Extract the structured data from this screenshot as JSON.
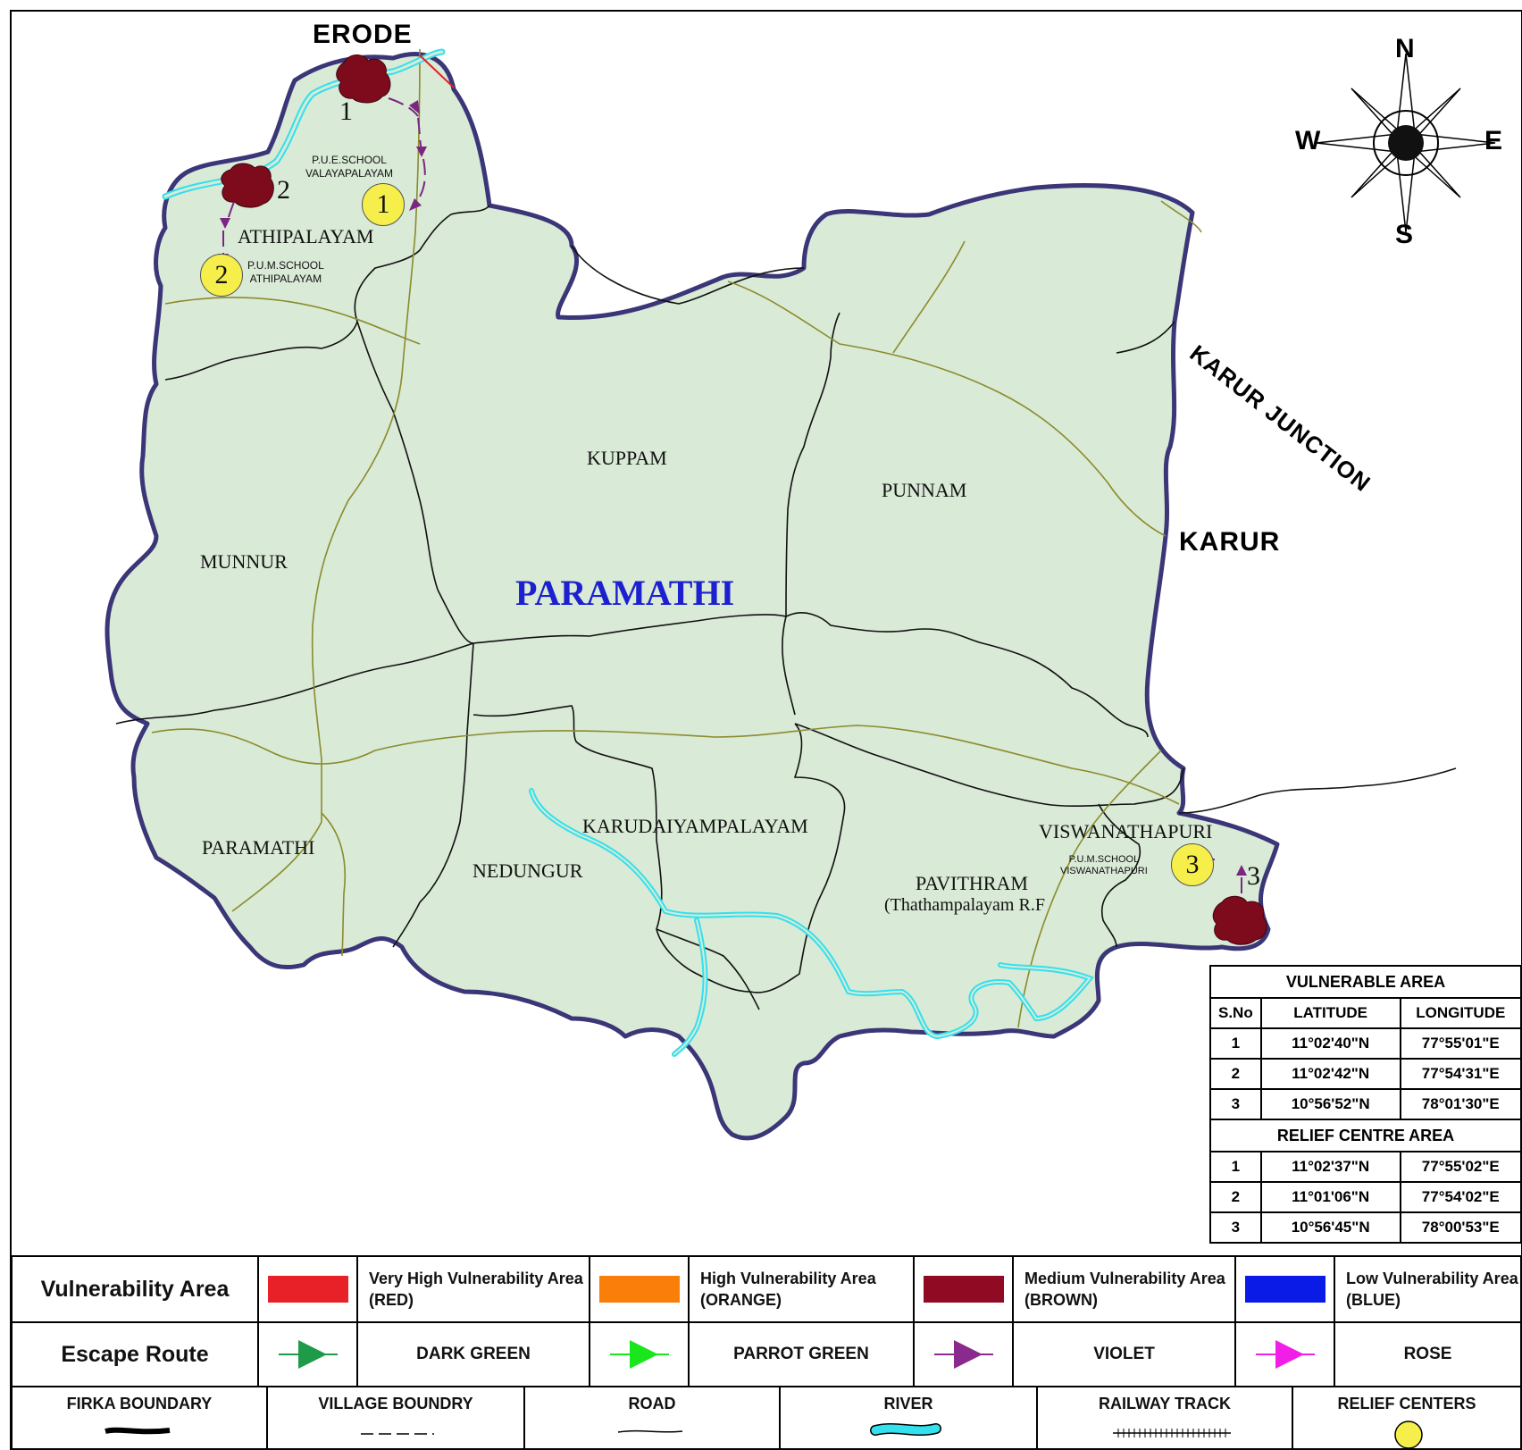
{
  "title": "PARAMATHI",
  "colors": {
    "land": "#d9ead6",
    "firka_boundary": "#3a3677",
    "village_boundary": "#111111",
    "road": "#8b8b2d",
    "river": "#33e0ee",
    "vulnerable_area": "#7d0b1c",
    "relief_center": "#f6ee4a",
    "escape_arrow": "#7a2682",
    "title_blue": "#1c20d0"
  },
  "compass": {
    "n": "N",
    "e": "E",
    "s": "S",
    "w": "W"
  },
  "cities": {
    "erode": "ERODE",
    "karur_junction": "KARUR JUNCTION",
    "karur": "KARUR"
  },
  "villages": {
    "athipalayam": "ATHIPALAYAM",
    "kuppam": "KUPPAM",
    "punnam": "PUNNAM",
    "munnur": "MUNNUR",
    "paramathi": "PARAMATHI",
    "nedungur": "NEDUNGUR",
    "karudaiyampalayam": "KARUDAIYAMPALAYAM",
    "viswanathapuri": "VISWANATHAPURI",
    "pavithram": "PAVITHRAM",
    "pavithram_sub": "(Thathampalayam R.F"
  },
  "schools": {
    "s1_line1": "P.U.E.SCHOOL",
    "s1_line2": "VALAYAPALAYAM",
    "s2_line1": "P.U.M.SCHOOL",
    "s2_line2": "ATHIPALAYAM",
    "s3_line1": "P.U.M.SCHOOL",
    "s3_line2": "VISWANATHAPURI"
  },
  "markers": {
    "relief": [
      "1",
      "2",
      "3"
    ],
    "vulnerable": [
      "1",
      "2",
      "3"
    ]
  },
  "coord_table": {
    "vulnerable_title": "VULNERABLE AREA",
    "headers": [
      "S.No",
      "LATITUDE",
      "LONGITUDE"
    ],
    "vulnerable_rows": [
      [
        "1",
        "11°02'40\"N",
        "77°55'01\"E"
      ],
      [
        "2",
        "11°02'42\"N",
        "77°54'31\"E"
      ],
      [
        "3",
        "10°56'52\"N",
        "78°01'30\"E"
      ]
    ],
    "relief_title": "RELIEF CENTRE AREA",
    "relief_rows": [
      [
        "1",
        "11°02'37\"N",
        "77°55'02\"E"
      ],
      [
        "2",
        "11°01'06\"N",
        "77°54'02\"E"
      ],
      [
        "3",
        "10°56'45\"N",
        "78°00'53\"E"
      ]
    ]
  },
  "legend": {
    "vulnerability_label": "Vulnerability Area",
    "vulnerability_items": [
      {
        "label": "Very High Vulnerability Area (RED)",
        "color": "#e82027"
      },
      {
        "label": "High Vulnerability Area (ORANGE)",
        "color": "#f97f0a"
      },
      {
        "label": "Medium Vulnerability Area (BROWN)",
        "color": "#900a23"
      },
      {
        "label": "Low Vulnerability Area (BLUE)",
        "color": "#0a1be8"
      }
    ],
    "escape_label": "Escape Route",
    "escape_items": [
      {
        "label": "DARK GREEN",
        "color": "#1f9a48"
      },
      {
        "label": "PARROT GREEN",
        "color": "#19e61d"
      },
      {
        "label": "VIOLET",
        "color": "#8a2a8e"
      },
      {
        "label": "ROSE",
        "color": "#f01ee6"
      }
    ],
    "symbols": [
      "FIRKA BOUNDARY",
      "VILLAGE BOUNDRY",
      "ROAD",
      "RIVER",
      "RAILWAY TRACK",
      "RELIEF CENTERS"
    ]
  }
}
